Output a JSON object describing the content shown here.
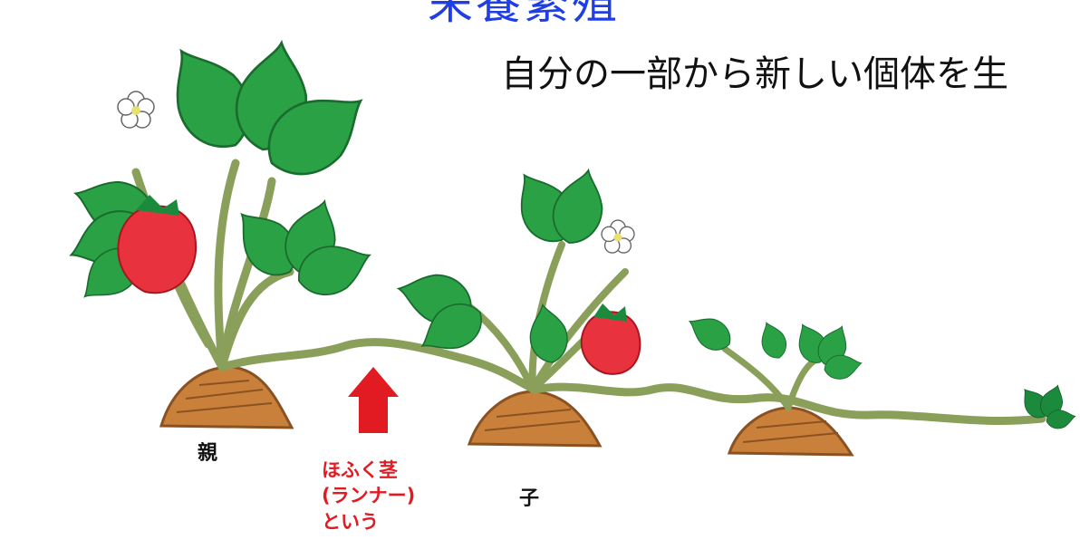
{
  "title": "栄養繁殖",
  "subtitle": "自分の一部から新しい個体を生",
  "labels": {
    "parent": "親",
    "child": "子",
    "runner_line1": "ほふく茎",
    "runner_line2": "(ランナー)",
    "runner_line3": "という"
  },
  "colors": {
    "title": "#1f3ee6",
    "leaf_dark": "#1c8a3c",
    "leaf_light": "#2fae48",
    "stem": "#8aa05a",
    "soil": "#c9803a",
    "strawberry": "#e8333f",
    "arrow": "#e21b22"
  }
}
